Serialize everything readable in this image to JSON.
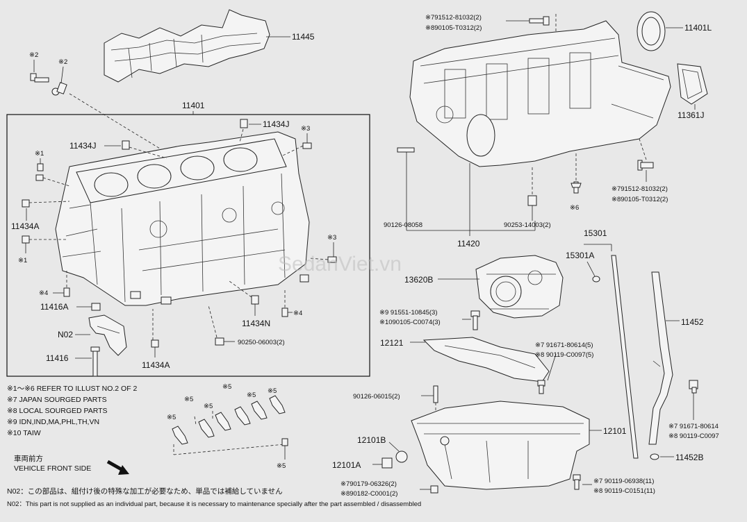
{
  "watermark": "SedanViet.vn",
  "parts": {
    "p11445": "11445",
    "p11401": "11401",
    "p11434j_a": "11434J",
    "p11434j_b": "11434J",
    "p11434a_a": "11434A",
    "p11434a_b": "11434A",
    "p11416a": "11416A",
    "p11416": "11416",
    "pN02": "N02",
    "p11434n": "11434N",
    "p90250": "90250-06003(2)",
    "p11401l": "11401L",
    "p11361j": "11361J",
    "p90126_08058": "90126-08058",
    "p90253": "90253-14003(2)",
    "p11420": "11420",
    "p15301": "15301",
    "p15301a": "15301A",
    "p13620b": "13620B",
    "p12121": "12121",
    "p11452": "11452",
    "p11452b": "11452B",
    "p12101": "12101",
    "p12101b": "12101B",
    "p12101a": "12101A",
    "p90126_06015": "90126-06015(2)"
  },
  "marks": {
    "m1": "※1",
    "m2": "※2",
    "m3": "※3",
    "m4": "※4",
    "m5": "※5",
    "m6": "※6"
  },
  "callouts": {
    "bolt_top_1": "※791512-81032(2)",
    "bolt_top_2": "※890105-T0312(2)",
    "bolt_right_1": "※791512-81032(2)",
    "bolt_right_2": "※890105-T0312(2)",
    "pump_bolt_1": "※9 91551-10845(3)",
    "pump_bolt_2": "※1090105-C0074(3)",
    "plate_bolt_1": "※7 91671-80614(5)",
    "plate_bolt_2": "※8 90119-C0097(5)",
    "gauge_bolt_1": "※7 91671-80614",
    "gauge_bolt_2": "※8 90119-C0097",
    "pan_bolt_1": "※7 90119-06938(11)",
    "pan_bolt_2": "※8 90119-C0151(11)",
    "plug_1": "※790179-06326(2)",
    "plug_2": "※890182-C0001(2)"
  },
  "legend": {
    "l1": "※1～※6 REFER TO ILLUST NO.2 OF 2",
    "l7": "※7   JAPAN SOURGED PARTS",
    "l8": "※8   LOCAL SOURGED PARTS",
    "l9": "※9   IDN,IND,MA,PHL,TH,VN",
    "l10": "※10 TAIW"
  },
  "front": {
    "jp": "車両前方",
    "en": "VEHICLE FRONT SIDE"
  },
  "notes": {
    "jp": "N02：この部品は、組付け後の特殊な加工が必要なため、単品では補給していません",
    "en": "N02：This part is not supplied as an individual part, because it is necessary to maintenance specially after the part assembled / disassembled"
  }
}
